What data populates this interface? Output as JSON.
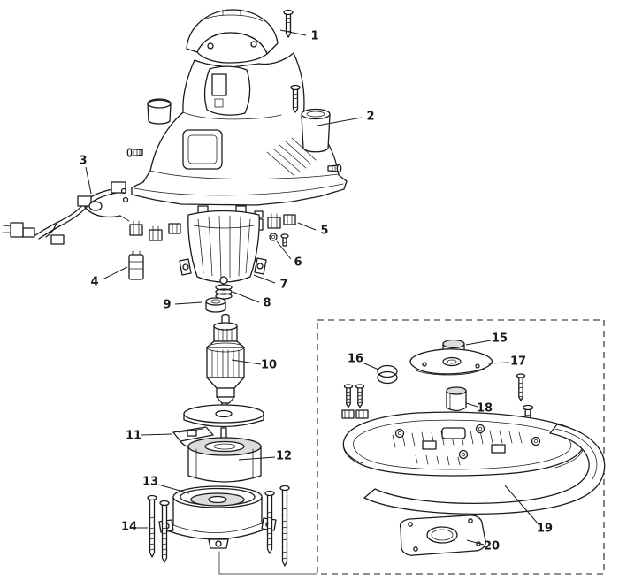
{
  "page": {
    "type": "exploded-parts-diagram",
    "colors": {
      "background": "#ffffff",
      "line": "#1b1b1b",
      "shade": "#dcdcdc"
    }
  },
  "callouts": [
    {
      "number": "1"
    },
    {
      "number": "2"
    },
    {
      "number": "3"
    },
    {
      "number": "4"
    },
    {
      "number": "5"
    },
    {
      "number": "6"
    },
    {
      "number": "7"
    },
    {
      "number": "8"
    },
    {
      "number": "9"
    },
    {
      "number": "10"
    },
    {
      "number": "11"
    },
    {
      "number": "12"
    },
    {
      "number": "13"
    },
    {
      "number": "14"
    },
    {
      "number": "15"
    },
    {
      "number": "16"
    },
    {
      "number": "17"
    },
    {
      "number": "18"
    },
    {
      "number": "19"
    },
    {
      "number": "20"
    }
  ]
}
